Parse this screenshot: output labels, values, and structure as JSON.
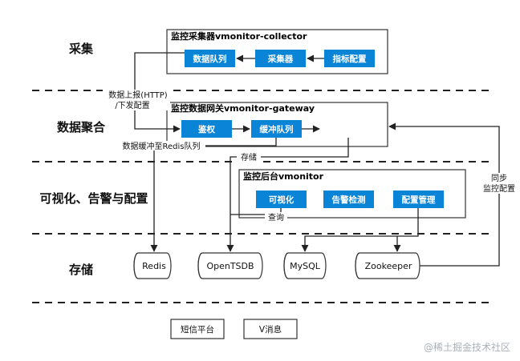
{
  "layers": {
    "collect": "采集",
    "aggregate": "数据聚合",
    "visualize": "可视化、告警与配置",
    "storage": "存储"
  },
  "collector": {
    "title": "监控采集器vmonitor-collector",
    "nodes": {
      "queue": "数据队列",
      "collector": "采集器",
      "metric_config": "指标配置"
    }
  },
  "gateway": {
    "title": "监控数据网关vmonitor-gateway",
    "nodes": {
      "auth": "鉴权",
      "buffer_queue": "缓冲队列"
    }
  },
  "backend": {
    "title": "监控后台vmonitor",
    "nodes": {
      "visualize": "可视化",
      "alert_detect": "告警检测",
      "config_mgmt": "配置管理"
    }
  },
  "storage": {
    "redis": "Redis",
    "opentsdb": "OpenTSDB",
    "mysql": "MySQL",
    "zookeeper": "Zookeeper"
  },
  "edges": {
    "report_line1": "数据上报(HTTP)",
    "report_line2": "/下发配置",
    "buffer_to_redis": "数据缓冲至Redis队列",
    "store": "存储",
    "query": "查询",
    "sync_line1": "同步",
    "sync_line2": "监控配置"
  },
  "notify": {
    "sms": "短信平台",
    "vmsg": "V消息"
  },
  "watermark": "@稀土掘金技术社区",
  "colors": {
    "accent": "#0a84d6",
    "line": "#333333",
    "dash": "#222222"
  }
}
